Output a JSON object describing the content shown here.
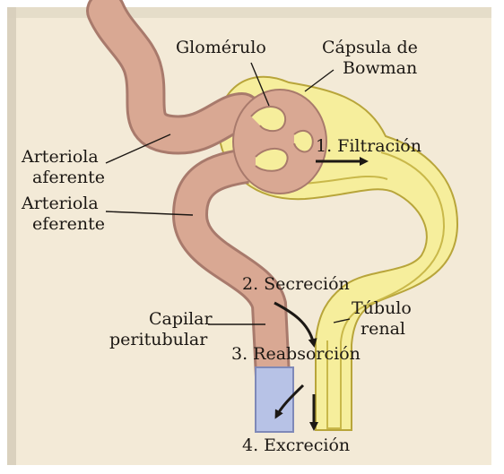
{
  "colors": {
    "page_bg": "#f3ead7",
    "vessel": "#d9a893",
    "vessel_dark": "#a87a6c",
    "tubule": "#f6ee9c",
    "tubule_dark": "#c9b84a",
    "blue": "#b7c2e6",
    "ink": "#1c1814"
  },
  "labels": {
    "glomerulo": "Glomérulo",
    "capsula": [
      "Cápsula de",
      "Bowman"
    ],
    "filtracion": "1. Filtración",
    "arteriola_aferente": [
      "Arteriola",
      "aferente"
    ],
    "arteriola_eferente": [
      "Arteriola",
      "eferente"
    ],
    "secrecion": "2. Secreción",
    "capilar": [
      "Capilar",
      "peritubular"
    ],
    "tubulo": [
      "Túbulo",
      "renal"
    ],
    "reabsorcion": "3. Reabsorción",
    "excrecion": "4. Excreción"
  }
}
